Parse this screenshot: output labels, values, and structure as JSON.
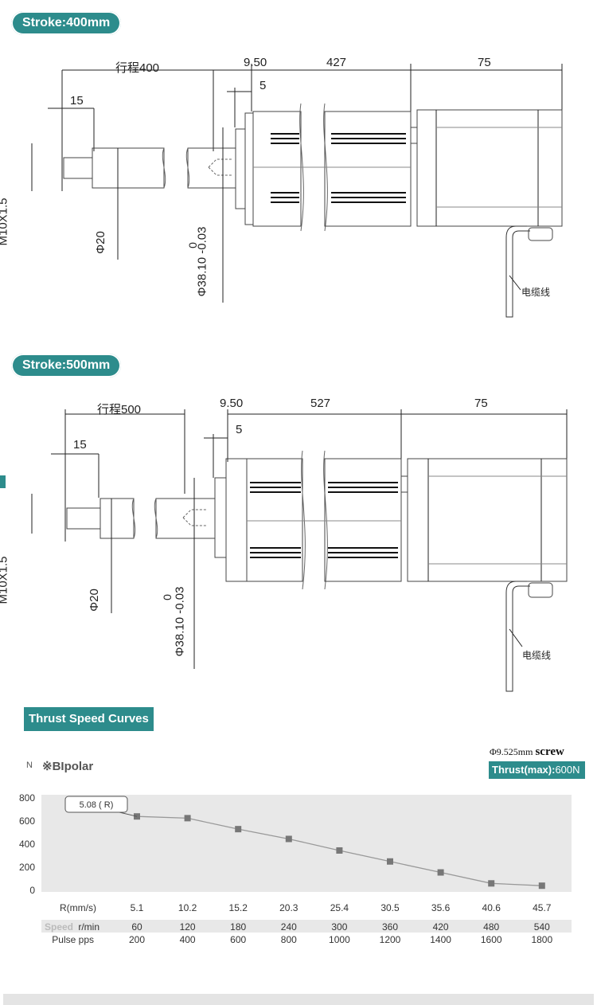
{
  "section1": {
    "tag": "Stroke:400mm",
    "stroke_label": "行程400",
    "dim_950": "9.50",
    "dim_body": "427",
    "dim_motor": "75",
    "dim_15": "15",
    "dim_5": "5",
    "thread": "M10X1.5",
    "rod_dia": "Φ20",
    "tol_zero": "0",
    "tube_dia": "Φ38.10 -0.03",
    "cable": "电缆线"
  },
  "section2": {
    "tag": "Stroke:500mm",
    "stroke_label": "行程500",
    "dim_950": "9.50",
    "dim_body": "527",
    "dim_motor": "75",
    "dim_15": "15",
    "dim_5": "5",
    "thread": "M10X1.5",
    "rod_dia": "Φ20",
    "tol_zero": "0",
    "tube_dia": "Φ38.10 -0.03",
    "cable": "电缆线"
  },
  "curves": {
    "title": "Thrust Speed Curves",
    "unit": "N",
    "mode": "※BIpolar",
    "screw_dia": "Φ9.525mm",
    "screw_word": "screw",
    "thrust_label": "Thrust(max):",
    "thrust_value": "600N",
    "callout": "5.08 ( R)",
    "row_r_label": "R(mm/s)",
    "row_speed_label": "Speed",
    "row_speed_unit": "r/min",
    "row_pulse_label": "Pulse pps"
  },
  "chart_data": {
    "type": "line",
    "title": "",
    "xlabel": "R(mm/s)",
    "ylabel": "N",
    "ylim": [
      0,
      800
    ],
    "yticks": [
      0,
      200,
      400,
      600,
      800
    ],
    "grid": false,
    "legend": "none",
    "colors": {
      "line": "#999999",
      "marker": "#777777",
      "band": "#e8e8e8"
    },
    "categories": [
      "5.1",
      "10.2",
      "15.2",
      "20.3",
      "25.4",
      "30.5",
      "35.6",
      "40.6",
      "45.7"
    ],
    "speed_rpm": [
      "60",
      "120",
      "180",
      "240",
      "300",
      "360",
      "420",
      "480",
      "540"
    ],
    "pulse_pps": [
      "200",
      "400",
      "600",
      "800",
      "1000",
      "1200",
      "1400",
      "1600",
      "1800"
    ],
    "series": [
      {
        "values": [
          640,
          625,
          530,
          445,
          345,
          250,
          155,
          60,
          40
        ]
      }
    ]
  }
}
